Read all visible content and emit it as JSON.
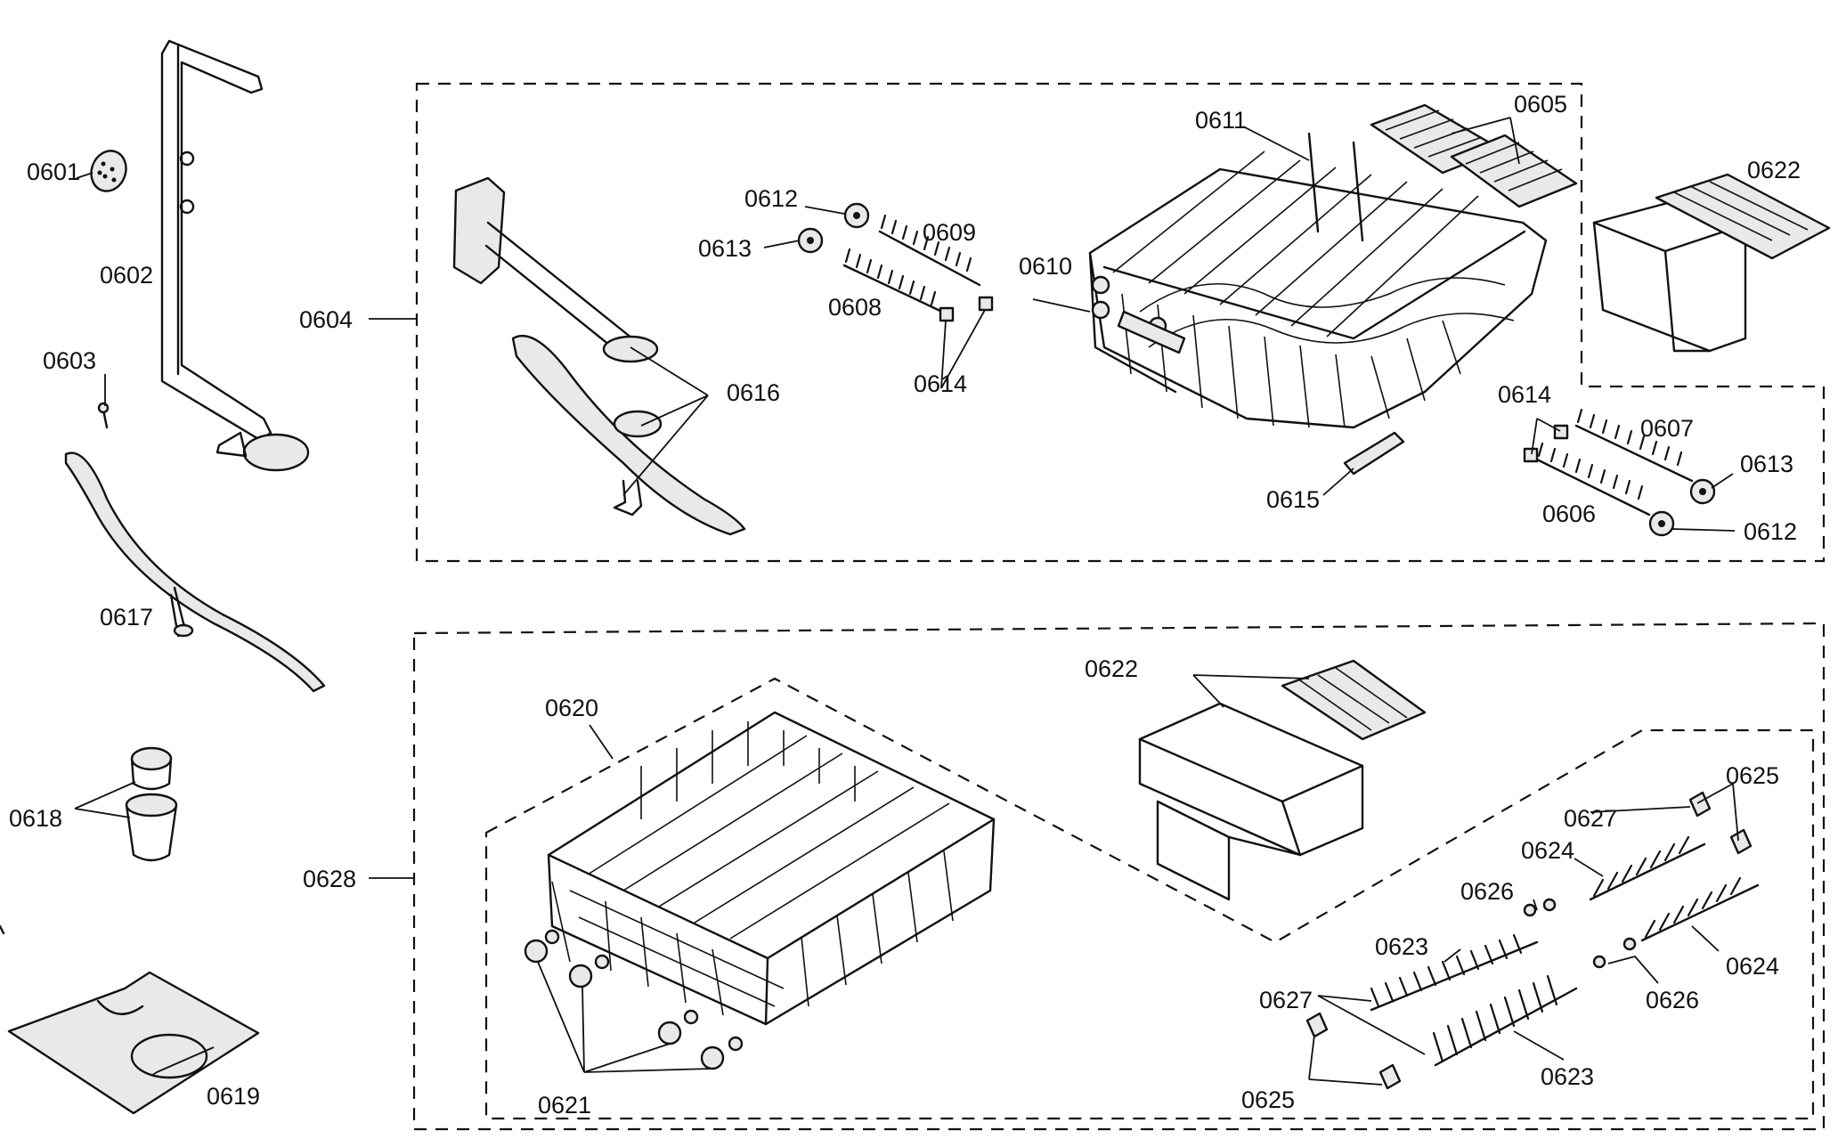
{
  "callouts": {
    "c0601": "0601",
    "c0602": "0602",
    "c0603": "0603",
    "c0604": "0604",
    "c0605": "0605",
    "c0606": "0606",
    "c0607": "0607",
    "c0608": "0608",
    "c0609": "0609",
    "c0610": "0610",
    "c0611": "0611",
    "c0612a": "0612",
    "c0612b": "0612",
    "c0613a": "0613",
    "c0613b": "0613",
    "c0614a": "0614",
    "c0614b": "0614",
    "c0615": "0615",
    "c0616": "0616",
    "c0617": "0617",
    "c0618": "0618",
    "c0619": "0619",
    "c0620": "0620",
    "c0621": "0621",
    "c0622a": "0622",
    "c0622b": "0622",
    "c0623a": "0623",
    "c0623b": "0623",
    "c0624a": "0624",
    "c0624b": "0624",
    "c0625a": "0625",
    "c0625b": "0625",
    "c0626a": "0626",
    "c0626b": "0626",
    "c0627a": "0627",
    "c0627b": "0627",
    "c0628": "0628"
  }
}
